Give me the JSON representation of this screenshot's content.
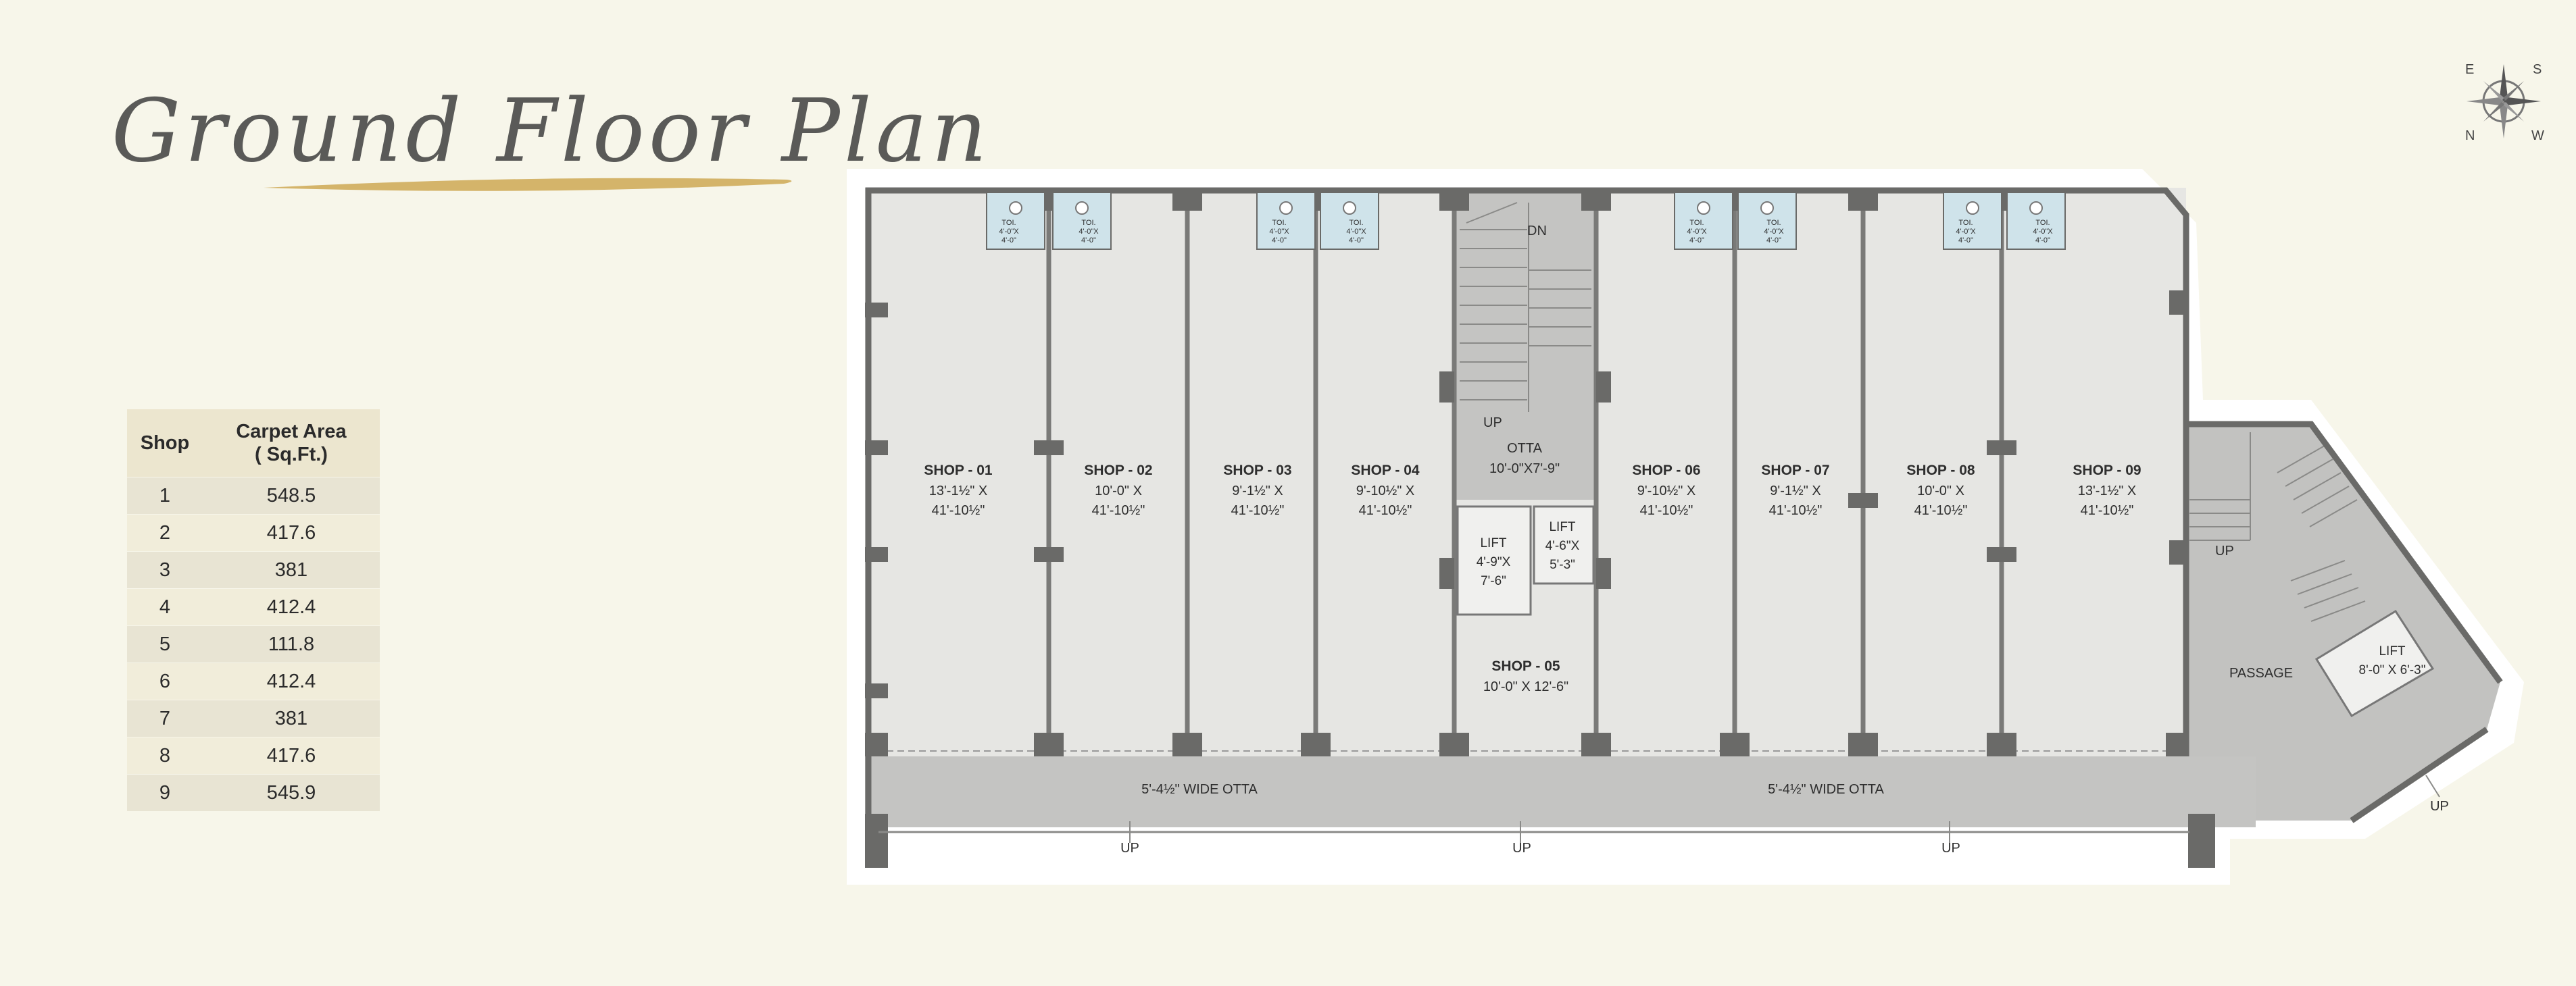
{
  "title": "Ground Floor Plan",
  "compass": {
    "east": "E",
    "south": "S",
    "north": "N",
    "west": "W"
  },
  "area_table": {
    "headers": {
      "shop": "Shop",
      "area_line1": "Carpet Area",
      "area_line2": "( Sq.Ft.)"
    },
    "rows": [
      {
        "shop": "1",
        "area": "548.5"
      },
      {
        "shop": "2",
        "area": "417.6"
      },
      {
        "shop": "3",
        "area": "381"
      },
      {
        "shop": "4",
        "area": "412.4"
      },
      {
        "shop": "5",
        "area": "111.8"
      },
      {
        "shop": "6",
        "area": "412.4"
      },
      {
        "shop": "7",
        "area": "381"
      },
      {
        "shop": "8",
        "area": "417.6"
      },
      {
        "shop": "9",
        "area": "545.9"
      }
    ]
  },
  "plan": {
    "shops": [
      {
        "name": "SHOP - 01",
        "dim1": "13'-1½\" X",
        "dim2": "41'-10½\""
      },
      {
        "name": "SHOP - 02",
        "dim1": "10'-0\" X",
        "dim2": "41'-10½\""
      },
      {
        "name": "SHOP - 03",
        "dim1": "9'-1½\" X",
        "dim2": "41'-10½\""
      },
      {
        "name": "SHOP - 04",
        "dim1": "9'-10½\" X",
        "dim2": "41'-10½\""
      },
      {
        "name": "SHOP - 06",
        "dim1": "9'-10½\" X",
        "dim2": "41'-10½\""
      },
      {
        "name": "SHOP - 07",
        "dim1": "9'-1½\" X",
        "dim2": "41'-10½\""
      },
      {
        "name": "SHOP - 08",
        "dim1": "10'-0\" X",
        "dim2": "41'-10½\""
      },
      {
        "name": "SHOP - 09",
        "dim1": "13'-1½\" X",
        "dim2": "41'-10½\""
      }
    ],
    "shop05": {
      "name": "SHOP - 05",
      "dim": "10'-0\" X 12'-6\""
    },
    "otta": {
      "name": "OTTA",
      "dim": "10'-0\"X7'-9\""
    },
    "lift1": {
      "name": "LIFT",
      "dim1": "4'-9\"X",
      "dim2": "7'-6\""
    },
    "lift2": {
      "name": "LIFT",
      "dim1": "4'-6\"X",
      "dim2": "5'-3\""
    },
    "lift3": {
      "name": "LIFT",
      "dim": "8'-0\" X 6'-3\""
    },
    "stair_dn": "DN",
    "stair_up": "UP",
    "right_stair_up": "UP",
    "passage": "PASSAGE",
    "wide_otta_left": "5'-4½\" WIDE OTTA",
    "wide_otta_right": "5'-4½\" WIDE OTTA",
    "up_bottom": [
      "UP",
      "UP",
      "UP",
      "UP"
    ],
    "toilet": {
      "label": "TOI.",
      "dim1": "4'-0\"X",
      "dim2": "4'-0\""
    }
  }
}
